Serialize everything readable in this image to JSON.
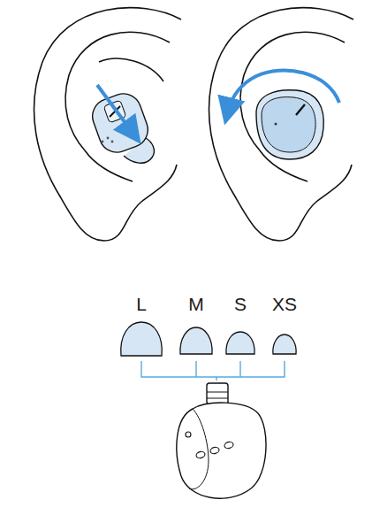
{
  "diagram": {
    "labels": [
      "L",
      "M",
      "S",
      "XS"
    ]
  }
}
